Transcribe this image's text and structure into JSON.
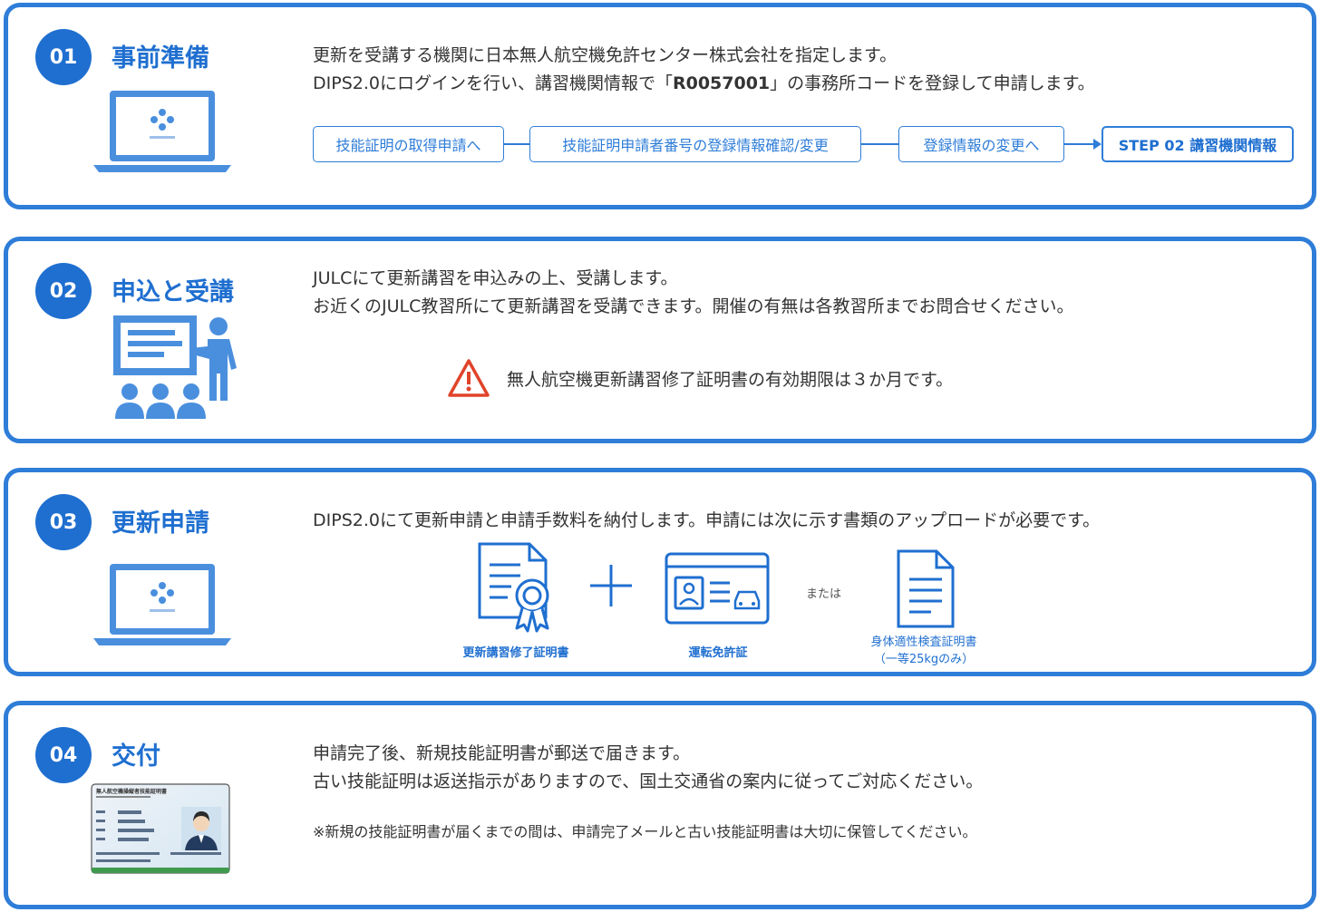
{
  "steps": [
    {
      "number": "01",
      "title": "事前準備",
      "icon": "laptop-dips-icon",
      "line1": "更新を受講する機関に日本無人航空機免許センター株式会社を指定します。",
      "line2_pre": "DIPS2.0にログインを行い、講習機関情報で「",
      "line2_code": "R0057001",
      "line2_post": "」の事務所コードを登録して申請します。",
      "flow": [
        "技能証明の取得申請へ",
        "技能証明申請者番号の登録情報確認/変更",
        "登録情報の変更へ",
        "STEP 02 講習機関情報"
      ]
    },
    {
      "number": "02",
      "title": "申込と受講",
      "icon": "lecture-icon",
      "line1": "JULCにて更新講習を申込みの上、受講します。",
      "line2": "お近くのJULC教習所にて更新講習を受講できます。開催の有無は各教習所までお問合せください。",
      "warning": "無人航空機更新講習修了証明書の有効期限は３か月です。"
    },
    {
      "number": "03",
      "title": "更新申請",
      "icon": "laptop-dips-icon",
      "line1": "DIPS2.0にて更新申請と申請手数料を納付します。申請には次に示す書類のアップロードが必要です。",
      "doc1": "更新講習修了証明書",
      "doc2": "運転免許証",
      "or": "または",
      "doc3_line1": "身体適性検査証明書",
      "doc3_line2": "（一等25kgのみ）"
    },
    {
      "number": "04",
      "title": "交付",
      "icon": "license-card-icon",
      "card_title": "無人航空機操縦者技能証明書",
      "line1": "申請完了後、新規技能証明書が郵送で届きます。",
      "line2": "古い技能証明は返送指示がありますので、国土交通省の案内に従ってご対応ください。",
      "note": "※新規の技能証明書が届くまでの間は、申請完了メールと古い技能証明書は大切に保管してください。"
    }
  ],
  "colors": {
    "primary": "#1f6fd0",
    "border": "#2e7dd8",
    "icon": "#4a8fde",
    "warning": "#e0442a"
  }
}
